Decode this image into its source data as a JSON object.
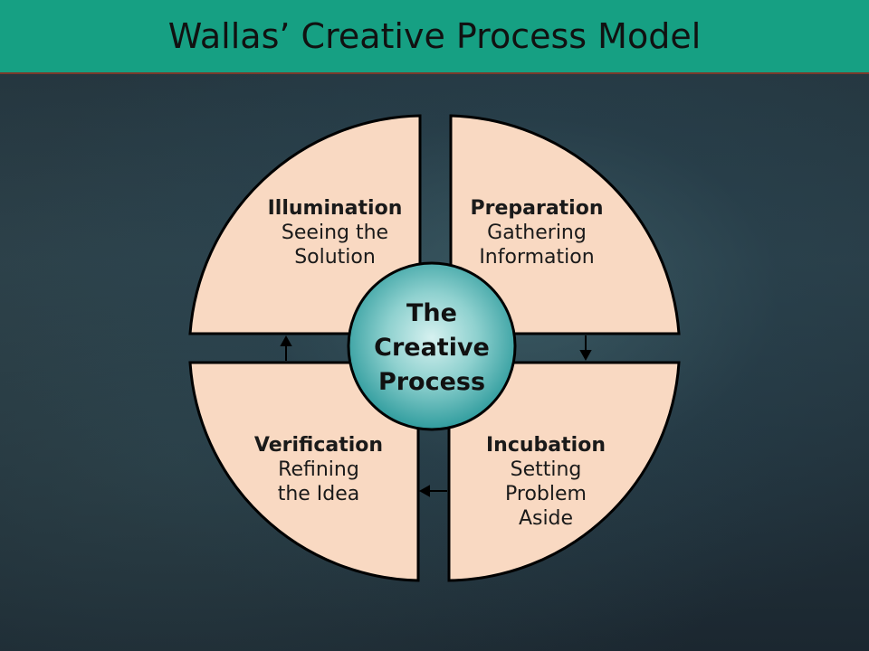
{
  "slide": {
    "title": "Wallas’ Creative Process Model"
  },
  "center": {
    "line1": "The",
    "line2": "Creative",
    "line3": "Process"
  },
  "stages": {
    "illumination": {
      "heading": "Illumination",
      "line1": "Seeing the",
      "line2": "Solution"
    },
    "preparation": {
      "heading": "Preparation",
      "line1": "Gathering",
      "line2": "Information"
    },
    "verification": {
      "heading": "Verification",
      "line1": "Refining",
      "line2": "the Idea"
    },
    "incubation": {
      "heading": "Incubation",
      "line1": "Setting",
      "line2": "Problem",
      "line3": "Aside"
    }
  },
  "colors": {
    "header": "#16a083",
    "quadrant_fill": "#f9d9c2",
    "center_fill": "#2fa4a4",
    "outline": "#000000"
  }
}
